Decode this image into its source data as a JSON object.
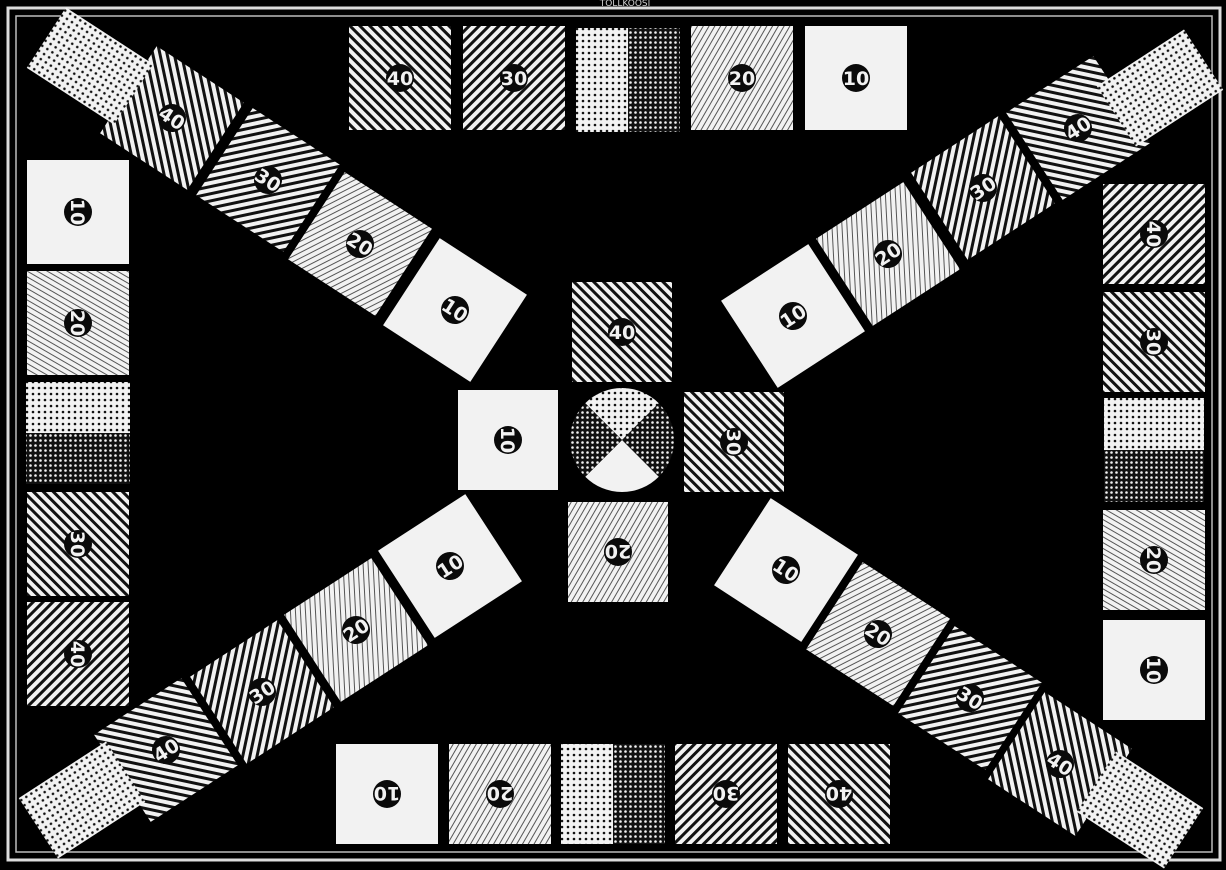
{
  "header_text": "TOLLKOOSI",
  "tile_labels": {
    "top_row": [
      "40",
      "30",
      "",
      "20",
      "10"
    ],
    "bottom_row": [
      "10",
      "20",
      "",
      "30",
      "40"
    ],
    "left_column": [
      "10",
      "20",
      "",
      "30",
      "40"
    ],
    "right_column": [
      "40",
      "30",
      "",
      "20",
      "10"
    ],
    "diagonal_top_left": [
      "40",
      "30",
      "20",
      "10"
    ],
    "diagonal_top_right": [
      "40",
      "30",
      "20",
      "10"
    ],
    "diagonal_bottom_left": [
      "10",
      "20",
      "30",
      "40"
    ],
    "diagonal_bottom_right": [
      "10",
      "20",
      "30",
      "40"
    ],
    "center_cross": [
      "40",
      "10",
      "30",
      "20"
    ]
  },
  "colors": {
    "background": "#000000",
    "tile_fill": "#f2f2f2",
    "pattern_line": "#0a0a0a",
    "border": "#dcdcdc"
  }
}
